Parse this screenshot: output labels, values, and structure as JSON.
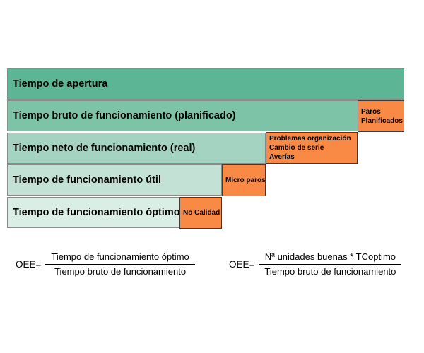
{
  "bars": [
    {
      "label": "Tiempo de apertura",
      "color": "#5cb595"
    },
    {
      "label": "Tiempo bruto de funcionamiento (planificado)",
      "color": "#7cc3a8"
    },
    {
      "label": "Tiempo neto de funcionamiento (real)",
      "color": "#a4d4c1"
    },
    {
      "label": "Tiempo de funcionamiento útil",
      "color": "#c3e2d5"
    },
    {
      "label": "Tiempo de funcionamiento óptimo",
      "color": "#dbeee6"
    }
  ],
  "losses": {
    "paros_planificados": {
      "line1": "Paros",
      "line2": "Planificados"
    },
    "problemas": {
      "line1": "Problemas organización",
      "line2": "Cambio de serie",
      "line3": "Averías"
    },
    "micro_paros": {
      "line1": "Micro paros"
    },
    "no_calidad": {
      "line1": "No Calidad"
    },
    "color": "#f98a45"
  },
  "formulas": [
    {
      "lhs": "OEE=",
      "numerator": "Tiempo de funcionamiento óptimo",
      "denominator": "Tiempo bruto de funcionamiento"
    },
    {
      "lhs": "OEE=",
      "numerator": "Nª unidades buenas * TCoptimo",
      "denominator": "Tiempo bruto de funcionamiento"
    }
  ]
}
